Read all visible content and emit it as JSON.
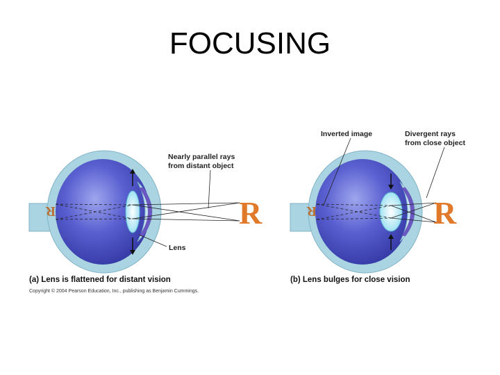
{
  "title": "FOCUSING",
  "panel_a": {
    "label_rays_line1": "Nearly parallel rays",
    "label_rays_line2": "from distant object",
    "label_lens": "Lens",
    "caption": "(a) Lens is flattened for distant vision",
    "object_letter": "R"
  },
  "panel_b": {
    "label_inverted": "Inverted image",
    "label_divergent_line1": "Divergent rays",
    "label_divergent_line2": "from close object",
    "caption": "(b) Lens bulges for close vision",
    "object_letter": "R"
  },
  "copyright": "Copyright © 2004 Pearson Education, Inc., publishing as Benjamin Cummings.",
  "colors": {
    "sclera": "#aad4e2",
    "vitreous": "#4f55c8",
    "lens": "#d2f3fb",
    "iris": "#6a58c0",
    "object_letter": "#e07a2a"
  }
}
